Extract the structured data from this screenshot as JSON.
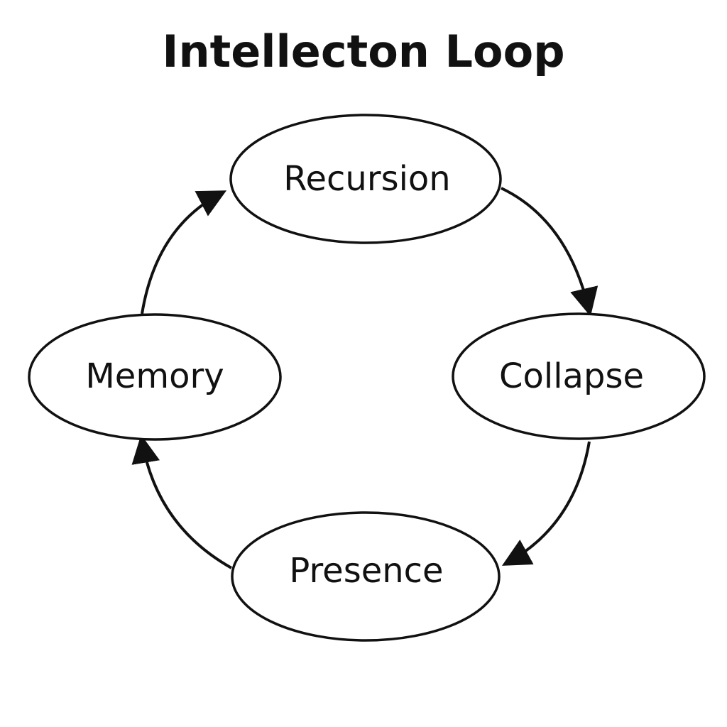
{
  "title": "Intellecton Loop",
  "nodes": {
    "recursion": {
      "label": "Recursion"
    },
    "collapse": {
      "label": "Collapse"
    },
    "presence": {
      "label": "Presence"
    },
    "memory": {
      "label": "Memory"
    }
  },
  "edges": [
    {
      "from": "Recursion",
      "to": "Collapse"
    },
    {
      "from": "Collapse",
      "to": "Presence"
    },
    {
      "from": "Presence",
      "to": "Memory"
    },
    {
      "from": "Memory",
      "to": "Recursion"
    }
  ],
  "colors": {
    "stroke": "#111111",
    "background": "#ffffff"
  }
}
